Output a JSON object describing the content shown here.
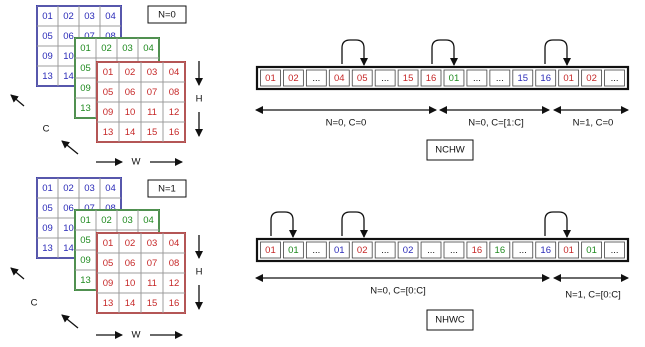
{
  "colors": {
    "blue": "#2b2bb8",
    "green": "#1f8a1f",
    "red": "#c62828",
    "border": "#111111",
    "text": "#111111"
  },
  "panels": [
    {
      "n_label": "N=0",
      "grid_values": [
        "01",
        "02",
        "03",
        "04",
        "05",
        "06",
        "07",
        "08",
        "09",
        "10",
        "11",
        "12",
        "13",
        "14",
        "15",
        "16"
      ],
      "axis_c": "C",
      "axis_h": "H",
      "axis_w": "W"
    },
    {
      "n_label": "N=1",
      "grid_values": [
        "01",
        "02",
        "03",
        "04",
        "05",
        "06",
        "07",
        "08",
        "09",
        "10",
        "11",
        "12",
        "13",
        "14",
        "15",
        "16"
      ],
      "axis_c": "C",
      "axis_h": "H",
      "axis_w": "W"
    }
  ],
  "layouts": [
    {
      "name": "NCHW",
      "cells": [
        {
          "text": "01",
          "color": "red"
        },
        {
          "text": "02",
          "color": "red"
        },
        {
          "text": "...",
          "color": "black"
        },
        {
          "text": "04",
          "color": "red"
        },
        {
          "text": "05",
          "color": "red"
        },
        {
          "text": "...",
          "color": "black"
        },
        {
          "text": "15",
          "color": "red"
        },
        {
          "text": "16",
          "color": "red"
        },
        {
          "text": "01",
          "color": "green"
        },
        {
          "text": "...",
          "color": "black"
        },
        {
          "text": "...",
          "color": "black"
        },
        {
          "text": "15",
          "color": "blue"
        },
        {
          "text": "16",
          "color": "blue"
        },
        {
          "text": "01",
          "color": "red"
        },
        {
          "text": "02",
          "color": "red"
        },
        {
          "text": "...",
          "color": "black"
        }
      ],
      "spans": [
        {
          "label": "N=0, C=0"
        },
        {
          "label": "N=0, C=[1:C]"
        },
        {
          "label": "N=1, C=0"
        }
      ]
    },
    {
      "name": "NHWC",
      "cells": [
        {
          "text": "01",
          "color": "red"
        },
        {
          "text": "01",
          "color": "green"
        },
        {
          "text": "...",
          "color": "black"
        },
        {
          "text": "01",
          "color": "blue"
        },
        {
          "text": "02",
          "color": "red"
        },
        {
          "text": "...",
          "color": "black"
        },
        {
          "text": "02",
          "color": "blue"
        },
        {
          "text": "...",
          "color": "black"
        },
        {
          "text": "...",
          "color": "black"
        },
        {
          "text": "16",
          "color": "red"
        },
        {
          "text": "16",
          "color": "green"
        },
        {
          "text": "...",
          "color": "black"
        },
        {
          "text": "16",
          "color": "blue"
        },
        {
          "text": "01",
          "color": "red"
        },
        {
          "text": "01",
          "color": "green"
        },
        {
          "text": "...",
          "color": "black"
        }
      ],
      "spans": [
        {
          "label": "N=0, C=[0:C]"
        },
        {
          "label": "N=1, C=[0:C]"
        }
      ]
    }
  ]
}
